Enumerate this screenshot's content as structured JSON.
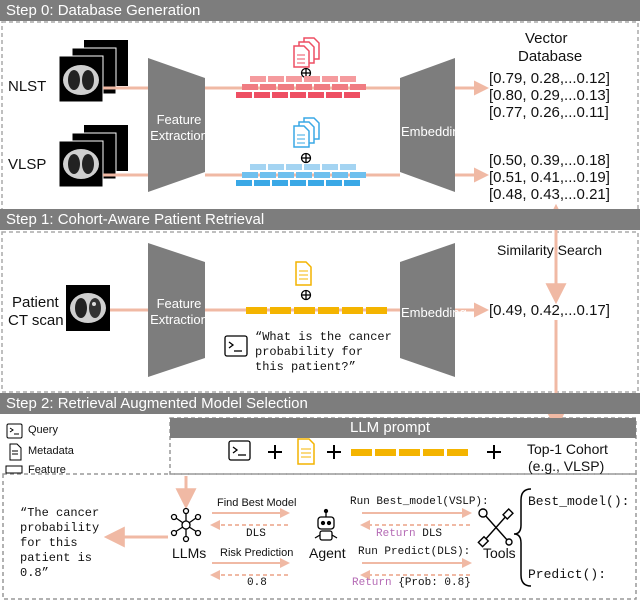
{
  "steps": {
    "step0": "Step 0: Database Generation",
    "step1": "Step 1: Cohort-Aware Patient Retrieval",
    "step2": "Step 2: Retrieval Augmented Model Selection"
  },
  "step0": {
    "cohort_nlst": "NLST",
    "cohort_vlsp": "VLSP",
    "feature_extraction": "Feature Extraction",
    "embedding": "Embedding",
    "vector_db_line1": "Vector",
    "vector_db_line2": "Database",
    "nlst_vectors": [
      "[0.79, 0.28,...0.12]",
      "[0.80, 0.29,...0.13]",
      "[0.77, 0.26,...0.11]"
    ],
    "vlsp_vectors": [
      "[0.50, 0.39,...0.18]",
      "[0.51, 0.41,...0.19]",
      "[0.48, 0.43,...0.21]"
    ]
  },
  "step1": {
    "patient_line1": "Patient",
    "patient_line2": "CT scan",
    "feature_extraction": "Feature Extraction",
    "embedding": "Embedding",
    "query_vector": "[0.49, 0.42,...0.17]",
    "similarity_search": "Similarity Search",
    "query_text": [
      "“What is the cancer",
      "probability for",
      "this patient?”"
    ]
  },
  "legend": {
    "query": "Query",
    "metadata": "Metadata",
    "feature": "Feature"
  },
  "step2": {
    "llm_prompt": "LLM prompt",
    "top1_line1": "Top-1 Cohort",
    "top1_line2": "(e.g., VLSP)",
    "output_text": [
      "“The cancer",
      "probability",
      "for this",
      "patient is",
      "0.8”"
    ],
    "llms": "LLMs",
    "agent": "Agent",
    "tools": "Tools",
    "find_best_model": "Find Best Model",
    "dls_1": "DLS",
    "risk_prediction": "Risk Prediction",
    "result_value": "0.8",
    "run_best_model": "Run Best_model(VSLP):",
    "return_kw_1": "Return",
    "return_val_1": "DLS",
    "run_predict": "Run Predict(DLS):",
    "return_kw_2": "Return",
    "return_val_2": "{Prob: 0.8}",
    "tool_best_model": "Best_model():",
    "tool_predict": "Predict():"
  },
  "colors": {
    "nlst_bar": "#ee4f63",
    "nlst_bar_light": "#f59b9e",
    "vlsp_bar": "#3aa8e6",
    "vlsp_bar_light": "#a4d4f2",
    "patient_bar": "#f4b400",
    "arrow": "#f0b9a4",
    "return_keyword": "#b56bb5",
    "step_bar": "#7d7d7d"
  }
}
